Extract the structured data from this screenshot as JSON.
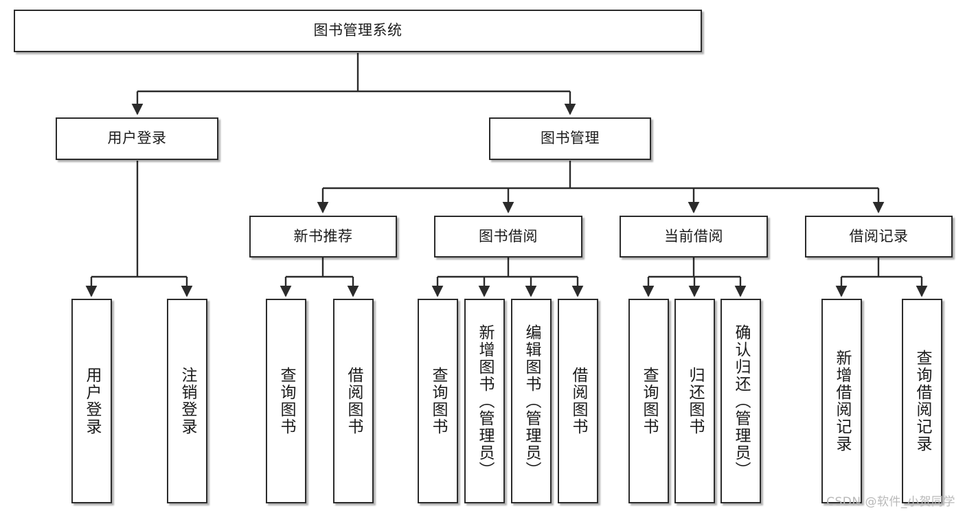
{
  "diagram": {
    "type": "tree",
    "title": "图书管理系统",
    "watermark": "CSDN @软件_小贺同学",
    "colors": {
      "box_border": "#2b2b2b",
      "box_fill": "#ffffff",
      "edge": "#2b2b2b",
      "text": "#1b1b1b",
      "watermark": "#b9b9b9",
      "background": "#ffffff"
    },
    "nodes": {
      "root": {
        "label": "图书管理系统",
        "level": 0,
        "orientation": "horizontal"
      },
      "n_user_login": {
        "label": "用户登录",
        "level": 1,
        "orientation": "horizontal"
      },
      "n_book_manage": {
        "label": "图书管理",
        "level": 1,
        "orientation": "horizontal"
      },
      "n_new_book_rec": {
        "label": "新书推荐",
        "level": 2,
        "orientation": "horizontal"
      },
      "n_book_borrow": {
        "label": "图书借阅",
        "level": 2,
        "orientation": "horizontal"
      },
      "n_current_borrow": {
        "label": "当前借阅",
        "level": 2,
        "orientation": "horizontal"
      },
      "n_borrow_record": {
        "label": "借阅记录",
        "level": 2,
        "orientation": "horizontal"
      },
      "l_user_login": {
        "label": "用户登录",
        "level": 3,
        "orientation": "vertical"
      },
      "l_user_logout": {
        "label": "注销登录",
        "level": 3,
        "orientation": "vertical"
      },
      "l_rec_query": {
        "label": "查询图书",
        "level": 3,
        "orientation": "vertical"
      },
      "l_rec_borrow": {
        "label": "借阅图书",
        "level": 3,
        "orientation": "vertical"
      },
      "l_bb_query": {
        "label": "查询图书",
        "level": 3,
        "orientation": "vertical"
      },
      "l_bb_add": {
        "label": "新增图书（管理员）",
        "level": 3,
        "orientation": "vertical"
      },
      "l_bb_edit": {
        "label": "编辑图书（管理员）",
        "level": 3,
        "orientation": "vertical"
      },
      "l_bb_borrow": {
        "label": "借阅图书",
        "level": 3,
        "orientation": "vertical"
      },
      "l_cb_query": {
        "label": "查询图书",
        "level": 3,
        "orientation": "vertical"
      },
      "l_cb_return": {
        "label": "归还图书",
        "level": 3,
        "orientation": "vertical"
      },
      "l_cb_confirm": {
        "label": "确认归还（管理员）",
        "level": 3,
        "orientation": "vertical"
      },
      "l_br_add": {
        "label": "新增借阅记录",
        "level": 3,
        "orientation": "vertical"
      },
      "l_br_query": {
        "label": "查询借阅记录",
        "level": 3,
        "orientation": "vertical"
      }
    },
    "edges": [
      {
        "from": "root",
        "to": "n_user_login"
      },
      {
        "from": "root",
        "to": "n_book_manage"
      },
      {
        "from": "n_user_login",
        "to": "l_user_login"
      },
      {
        "from": "n_user_login",
        "to": "l_user_logout"
      },
      {
        "from": "n_book_manage",
        "to": "n_new_book_rec"
      },
      {
        "from": "n_book_manage",
        "to": "n_book_borrow"
      },
      {
        "from": "n_book_manage",
        "to": "n_current_borrow"
      },
      {
        "from": "n_book_manage",
        "to": "n_borrow_record"
      },
      {
        "from": "n_new_book_rec",
        "to": "l_rec_query"
      },
      {
        "from": "n_new_book_rec",
        "to": "l_rec_borrow"
      },
      {
        "from": "n_book_borrow",
        "to": "l_bb_query"
      },
      {
        "from": "n_book_borrow",
        "to": "l_bb_add"
      },
      {
        "from": "n_book_borrow",
        "to": "l_bb_edit"
      },
      {
        "from": "n_book_borrow",
        "to": "l_bb_borrow"
      },
      {
        "from": "n_current_borrow",
        "to": "l_cb_query"
      },
      {
        "from": "n_current_borrow",
        "to": "l_cb_return"
      },
      {
        "from": "n_current_borrow",
        "to": "l_cb_confirm"
      },
      {
        "from": "n_borrow_record",
        "to": "l_br_add"
      },
      {
        "from": "n_borrow_record",
        "to": "l_br_query"
      }
    ]
  }
}
